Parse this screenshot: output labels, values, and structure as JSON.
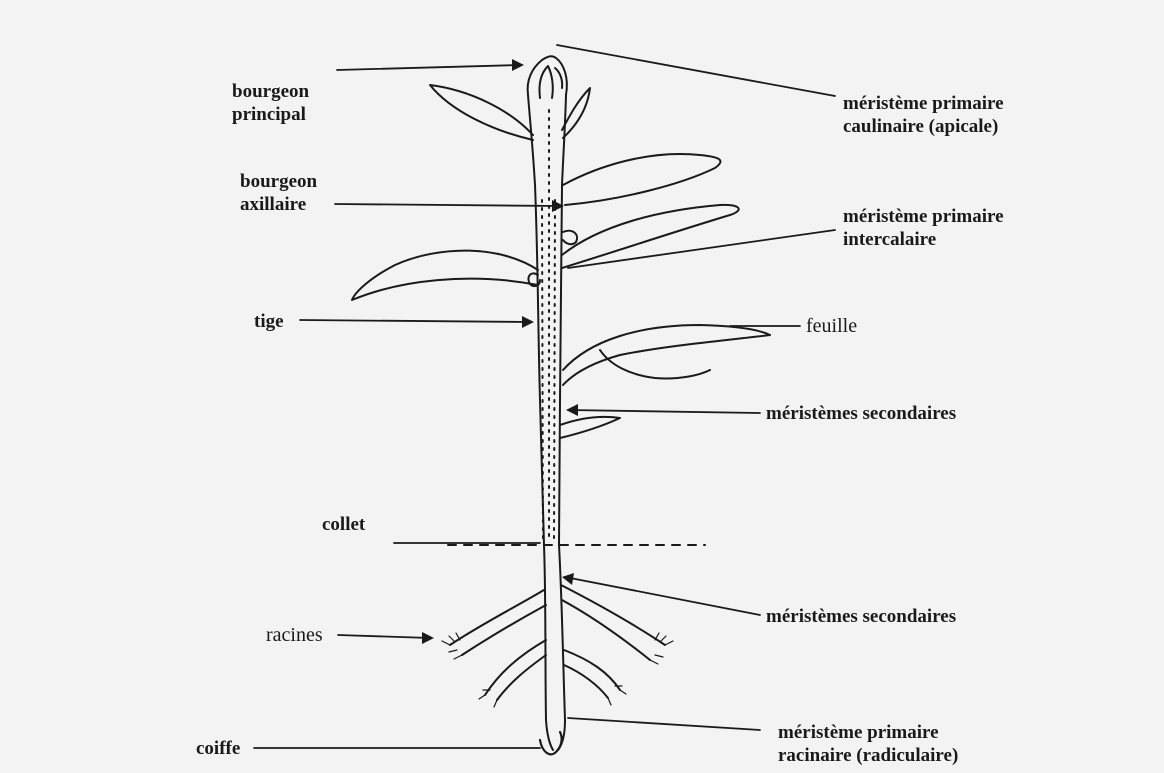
{
  "labels": {
    "bourgeon_principal": "bourgeon\nprincipal",
    "bourgeon_axillaire": "bourgeon\naxillaire",
    "tige": "tige",
    "collet": "collet",
    "racines": "racines",
    "coiffe": "coiffe",
    "meristeme_caulinaire": "méristème primaire\ncaulinaire (apicale)",
    "meristeme_intercalaire": "méristème primaire\nintercalaire",
    "feuille": "feuille",
    "meristemes_secondaires_tige": "méristèmes secondaires",
    "meristemes_secondaires_racine": "méristèmes secondaires",
    "meristeme_racinaire": "méristème primaire\nracinaire (radiculaire)"
  },
  "colors": {
    "ink": "#1a1a1a",
    "background": "#f3f3f3"
  }
}
